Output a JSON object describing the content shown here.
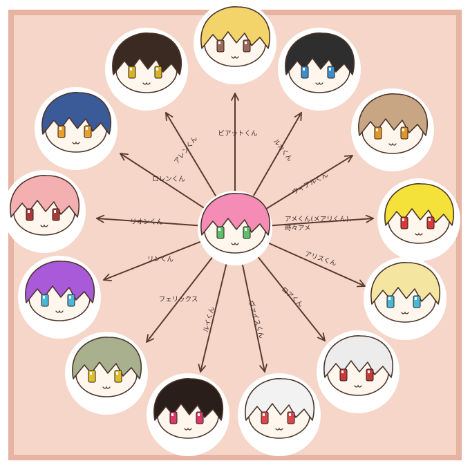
{
  "colors": {
    "page_bg": "#ffffff",
    "panel_bg": "#f5d6c8",
    "panel_border": "#e7b3a3",
    "node_fill": "#ffffff",
    "arrow": "#5a3a2c"
  },
  "center": {
    "character": "pink-haired character",
    "hair_color": "#f48cb6",
    "eye_color": "#5fbf6a"
  },
  "relations": [
    {
      "label": "アレンくん",
      "hair_color": "#3a2a22",
      "eye_color": "#d8b02a"
    },
    {
      "label": "ビアットくん",
      "hair_color": "#f2d46a",
      "eye_color": "#9a6a5a"
    },
    {
      "label": "ルカくん",
      "hair_color": "#2e2e2e",
      "eye_color": "#3a8ed0"
    },
    {
      "label": "ウィアルくん",
      "hair_color": "#c8a684",
      "eye_color": "#e0962a"
    },
    {
      "label": "アメくん(メアリくん)、時々アメ",
      "hair_color": "#f4e13a",
      "eye_color": "#d83a3a"
    },
    {
      "label": "アリスくん",
      "hair_color": "#f4e6a0",
      "eye_color": "#4ab8d8"
    },
    {
      "label": "ロアくん",
      "hair_color": "#ececec",
      "eye_color": "#c83a3a"
    },
    {
      "label": "ヴァイスくん",
      "hair_color": "#f2f2f2",
      "eye_color": "#d84a4a"
    },
    {
      "label": "ルイくん",
      "hair_color": "#2a1e1a",
      "eye_color": "#d83a6a"
    },
    {
      "label": "フェリックス",
      "hair_color": "#a8b08e",
      "eye_color": "#e0c02a"
    },
    {
      "label": "リンくん",
      "hair_color": "#a85ad8",
      "eye_color": "#4ab8d8"
    },
    {
      "label": "リオンくん",
      "hair_color": "#f4b0b0",
      "eye_color": "#a83a3a"
    },
    {
      "label": "ロレンくん",
      "hair_color": "#3a5a98",
      "eye_color": "#e8a02a"
    }
  ]
}
